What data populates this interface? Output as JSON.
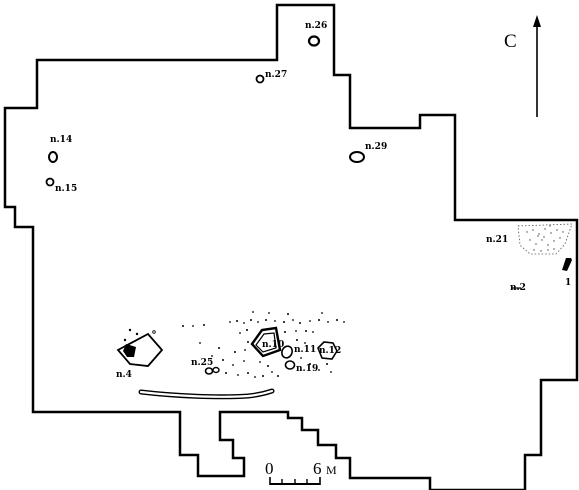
{
  "north_arrow": {
    "letter": "C"
  },
  "scale_bar": {
    "start": "0",
    "end": "6",
    "unit": "M"
  },
  "features": [
    {
      "id": "pit-26",
      "label": "n.26"
    },
    {
      "id": "pit-27",
      "label": "n.27"
    },
    {
      "id": "pit-29",
      "label": "n.29"
    },
    {
      "id": "pit-14",
      "label": "n.14"
    },
    {
      "id": "pit-15",
      "label": "n.15"
    },
    {
      "id": "pit-21",
      "label": "n.21"
    },
    {
      "id": "pit-2",
      "label": "n.2"
    },
    {
      "id": "pit-1",
      "label": "1"
    },
    {
      "id": "pit-4",
      "label": "n.4"
    },
    {
      "id": "pit-25",
      "label": "n.25"
    },
    {
      "id": "pit-10",
      "label": "n.10"
    },
    {
      "id": "pit-11",
      "label": "n.11"
    },
    {
      "id": "pit-19",
      "label": "n.19"
    },
    {
      "id": "pit-12",
      "label": "n.12"
    }
  ]
}
